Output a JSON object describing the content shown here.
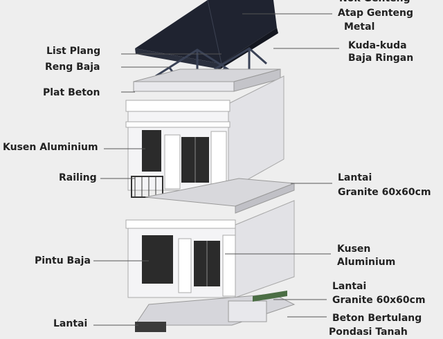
{
  "labels_left": [
    {
      "key": "list_plang",
      "text": "List Plang"
    },
    {
      "key": "reng_baja",
      "text": "Reng Baja"
    },
    {
      "key": "plat_beton",
      "text": "Plat Beton"
    },
    {
      "key": "kusen_aluminium_upper",
      "text": "Kusen Aluminium"
    },
    {
      "key": "railing",
      "text": "Railing"
    },
    {
      "key": "pintu_baja",
      "text": "Pintu Baja"
    },
    {
      "key": "lantai_bottom",
      "text": "Lantai"
    }
  ],
  "labels_right": [
    {
      "key": "nok_genteng",
      "text": "Nok Genteng"
    },
    {
      "key": "atap_genteng_metal_1",
      "text": "Atap Genteng"
    },
    {
      "key": "atap_genteng_metal_2",
      "text": "Metal"
    },
    {
      "key": "kuda_kuda_1",
      "text": "Kuda-kuda"
    },
    {
      "key": "kuda_kuda_2",
      "text": "Baja Ringan"
    },
    {
      "key": "lantai_granite_upper_1",
      "text": "Lantai"
    },
    {
      "key": "lantai_granite_upper_2",
      "text": "Granite 60x60cm"
    },
    {
      "key": "kusen_aluminium_lower_1",
      "text": "Kusen"
    },
    {
      "key": "kusen_aluminium_lower_2",
      "text": "Aluminium"
    },
    {
      "key": "lantai_granite_lower_1",
      "text": "Lantai"
    },
    {
      "key": "lantai_granite_lower_2",
      "text": "Granite 60x60cm"
    },
    {
      "key": "beton_bertulang",
      "text": "Beton Bertulang"
    },
    {
      "key": "pondasi_tanah",
      "text": "Pondasi Tanah"
    }
  ],
  "colors": {
    "background": "#eeeeee",
    "roof": "#1f2330",
    "wall": "#f4f4f6",
    "window": "#2b2b2b",
    "leader": "#555555",
    "text": "#222222"
  }
}
